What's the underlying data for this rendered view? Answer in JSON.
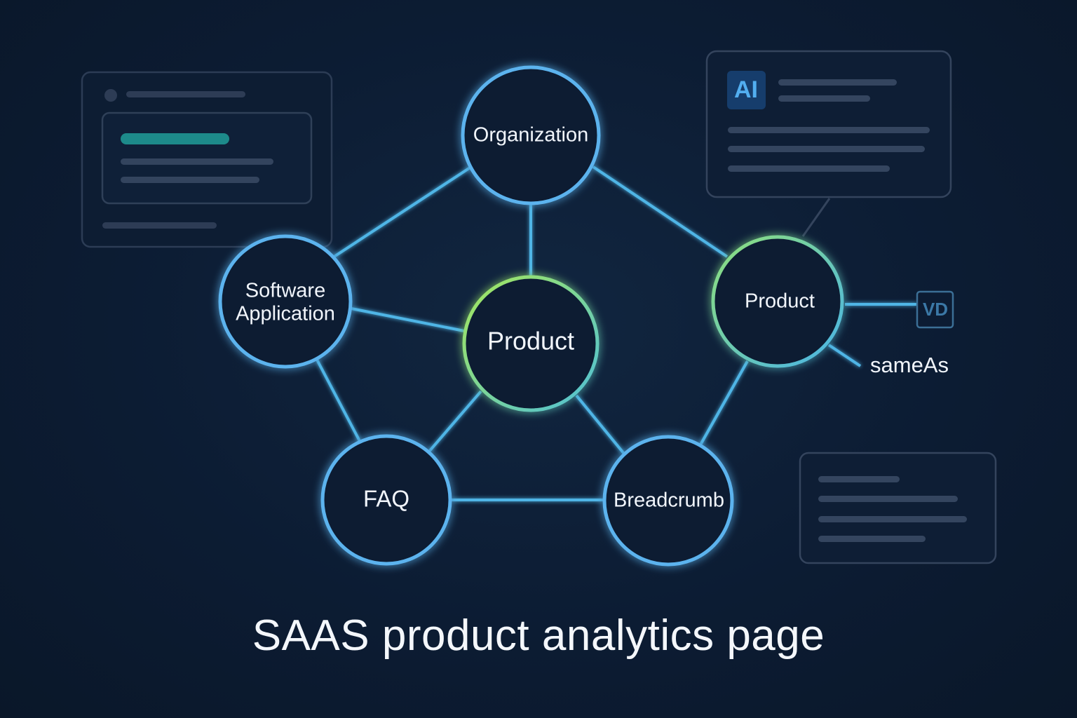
{
  "caption": "SAAS product analytics page",
  "colors": {
    "background": "#0c1c33",
    "node_blue": "#5cb3ee",
    "node_green": "#9ee05a",
    "edge": "#4fb5e6",
    "panel_border": "#2f3f58",
    "panel_line": "#33445e",
    "panel_accent": "#1f8e8e",
    "ai_badge_bg": "#173f70",
    "ai_badge_text": "#4fa8ee",
    "vd_badge": "#3b6f96"
  },
  "nodes": {
    "organization": {
      "label": "Organization"
    },
    "software_application": {
      "label_line1": "Software",
      "label_line2": "Application"
    },
    "product_center": {
      "label": "Product"
    },
    "product_right": {
      "label": "Product"
    },
    "faq": {
      "label": "FAQ"
    },
    "breadcrumb": {
      "label": "Breadcrumb"
    }
  },
  "side_labels": {
    "same_as": "sameAs",
    "ai_badge": "AI",
    "vd_badge": "VD"
  }
}
